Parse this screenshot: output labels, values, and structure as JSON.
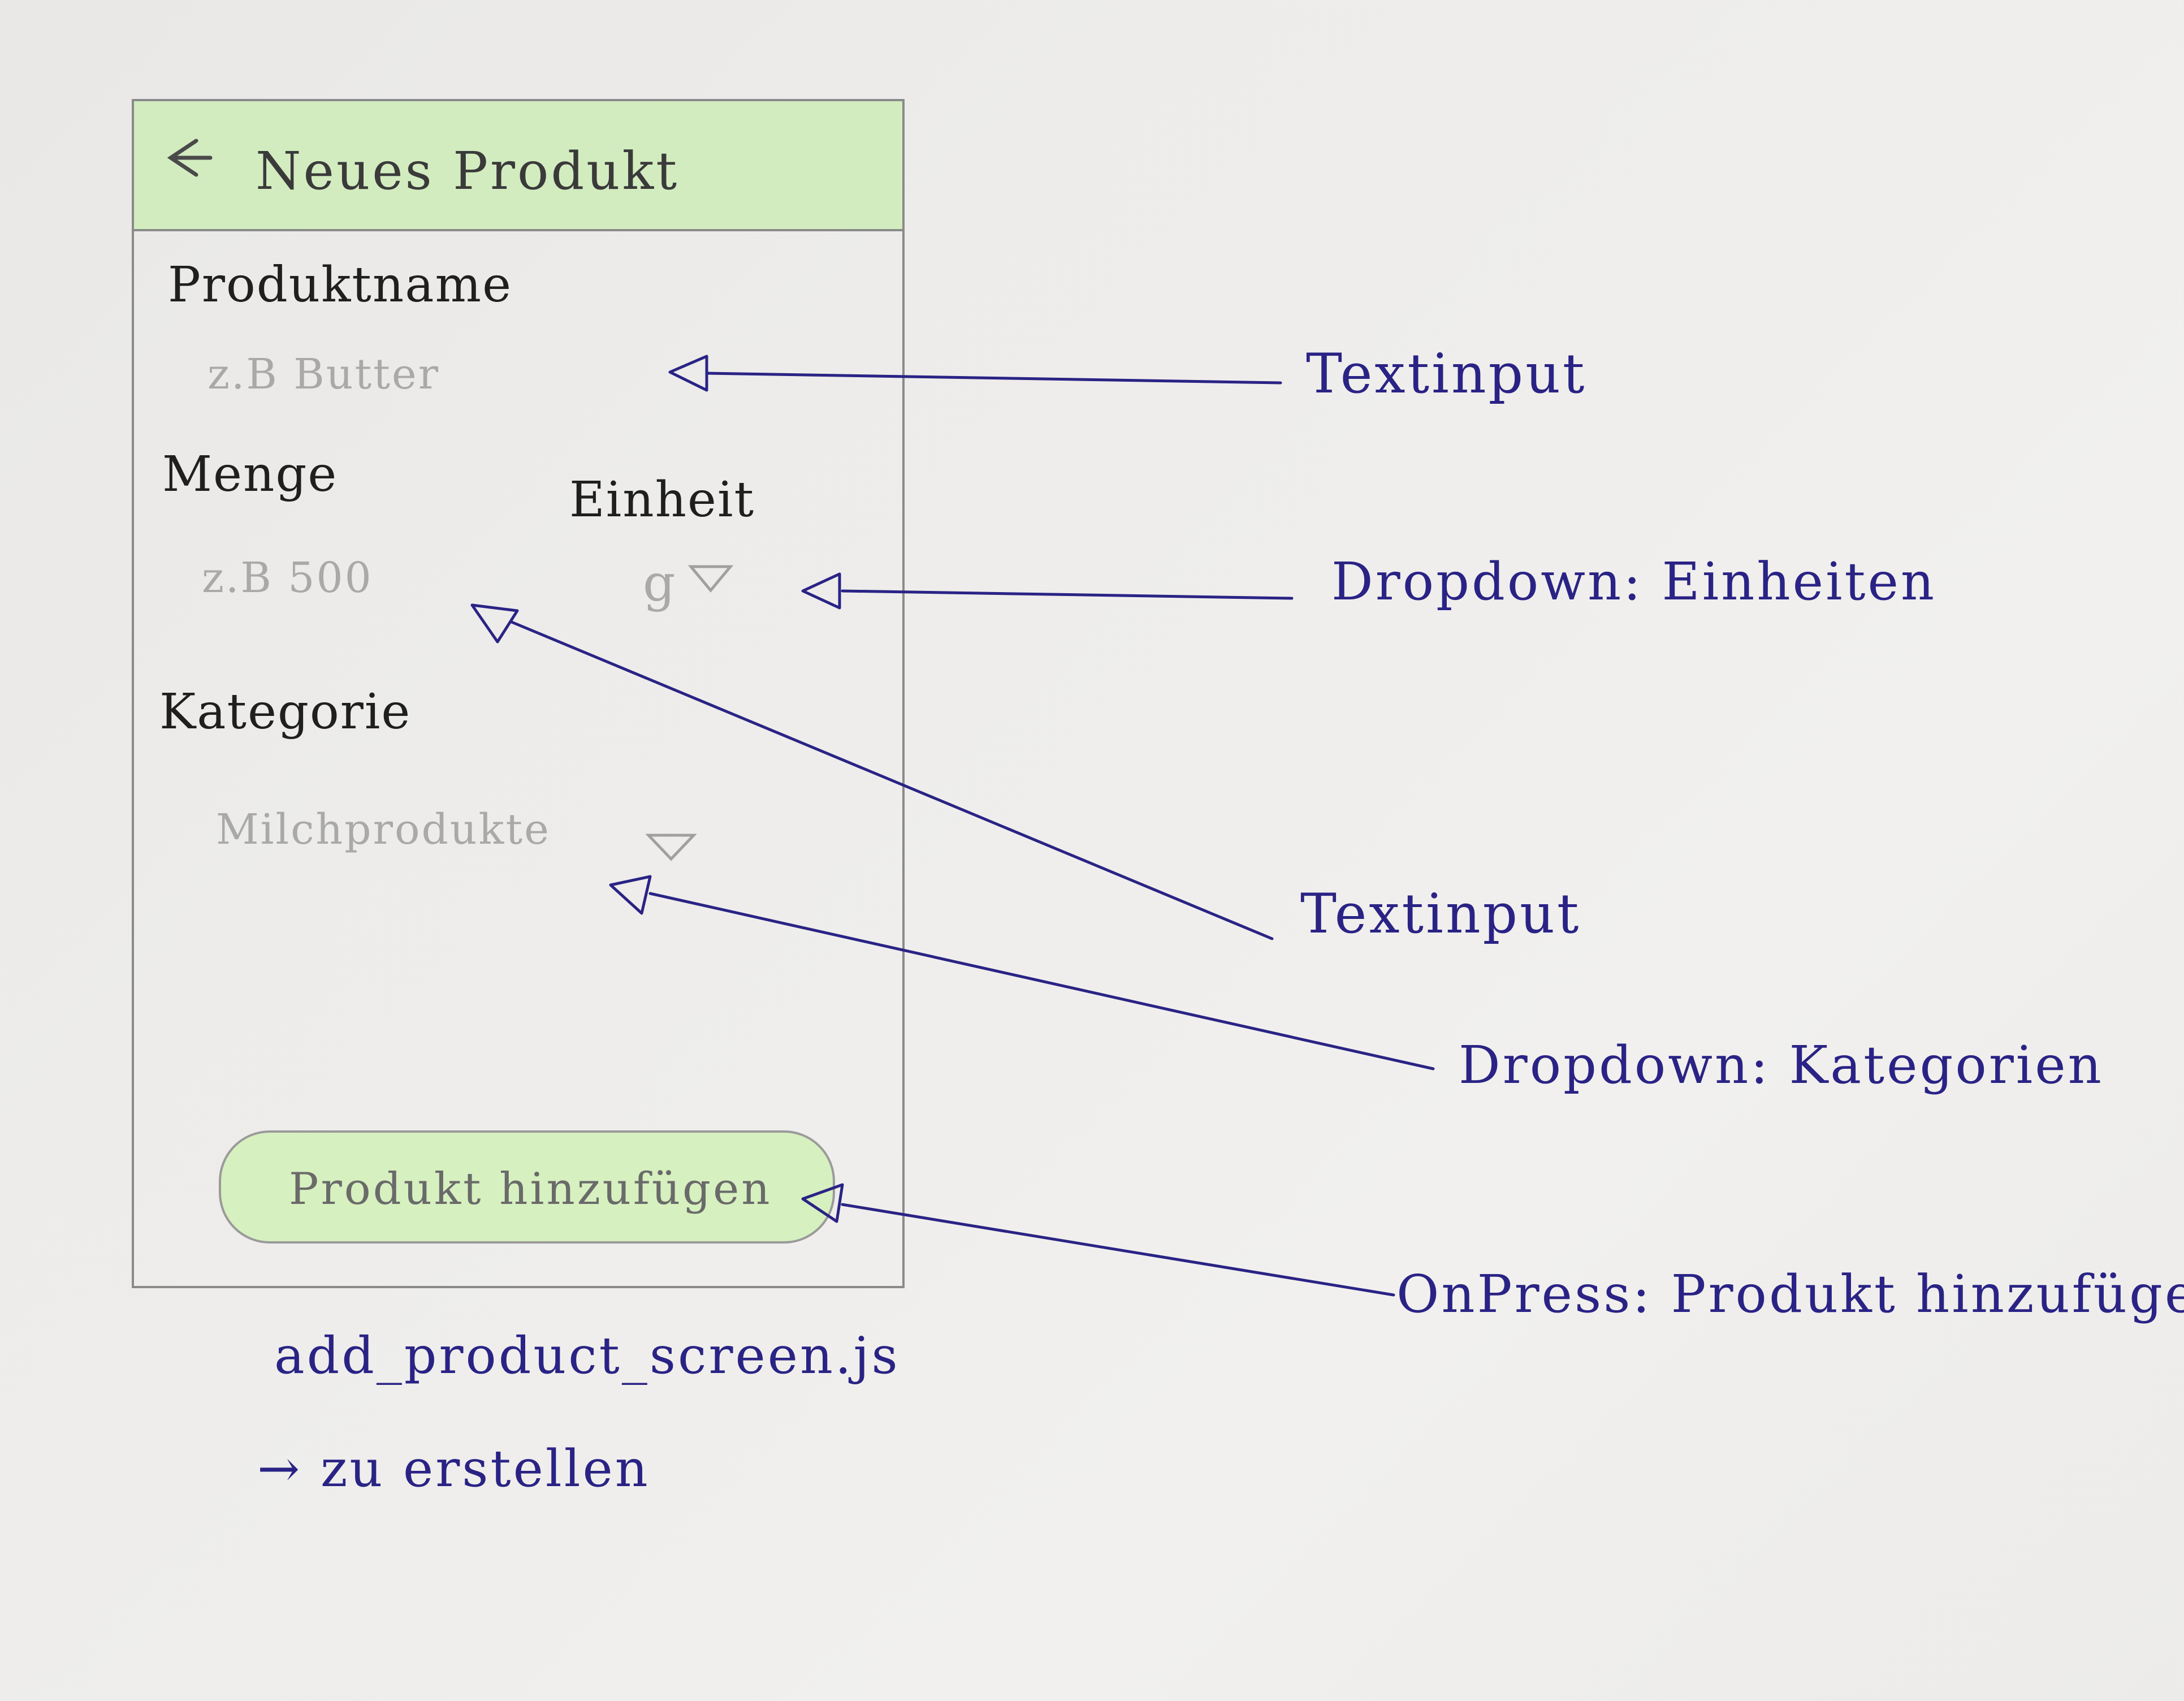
{
  "mockup": {
    "appbar": {
      "back_icon": "arrow-left-icon",
      "title": "Neues Produkt"
    },
    "fields": {
      "product_name_label": "Produktname",
      "product_name_placeholder": "z.B  Butter",
      "quantity_label": "Menge",
      "quantity_placeholder": "z.B  500",
      "unit_label": "Einheit",
      "unit_value": "g",
      "category_label": "Kategorie",
      "category_value": "Milchprodukte"
    },
    "add_button_label": "Produkt hinzufügen"
  },
  "annotations": {
    "product_name_note": "Textinput",
    "unit_note": "Dropdown: Einheiten",
    "quantity_note": "Textinput",
    "category_note": "Dropdown: Kategorien",
    "button_note": "OnPress: Produkt hinzufügen"
  },
  "footer_notes": {
    "filename": "add_product_screen.js",
    "todo": "→ zu erstellen"
  },
  "colors": {
    "ink": "#2a2385",
    "appbar_green": "#d2ecbf",
    "button_green": "#d6f0bf",
    "pencil": "#8a8a8a"
  }
}
